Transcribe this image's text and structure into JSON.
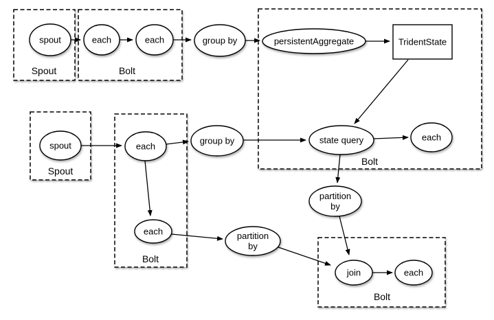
{
  "diagram": {
    "nodes": {
      "spout_top": "spout",
      "each_top_1": "each",
      "each_top_2": "each",
      "group_by_top": "group by",
      "persistent_aggregate": "persistentAggregate",
      "trident_state": "TridentState",
      "state_query": "state query",
      "each_state": "each",
      "spout_mid": "spout",
      "each_mid_1": "each",
      "group_by_mid": "group by",
      "each_mid_2": "each",
      "partition_by_right": {
        "line1": "partition",
        "line2": "by"
      },
      "partition_by_left": {
        "line1": "partition",
        "line2": "by"
      },
      "join": "join",
      "each_bottom": "each"
    },
    "containers": {
      "spout_top": "Spout",
      "bolt_top": "Bolt",
      "bolt_right": "Bolt",
      "spout_mid": "Spout",
      "bolt_mid": "Bolt",
      "bolt_bottom": "Bolt"
    },
    "colors": {
      "stroke": "#000000",
      "node_fill": "#ffffff",
      "background": "#ffffff"
    }
  }
}
